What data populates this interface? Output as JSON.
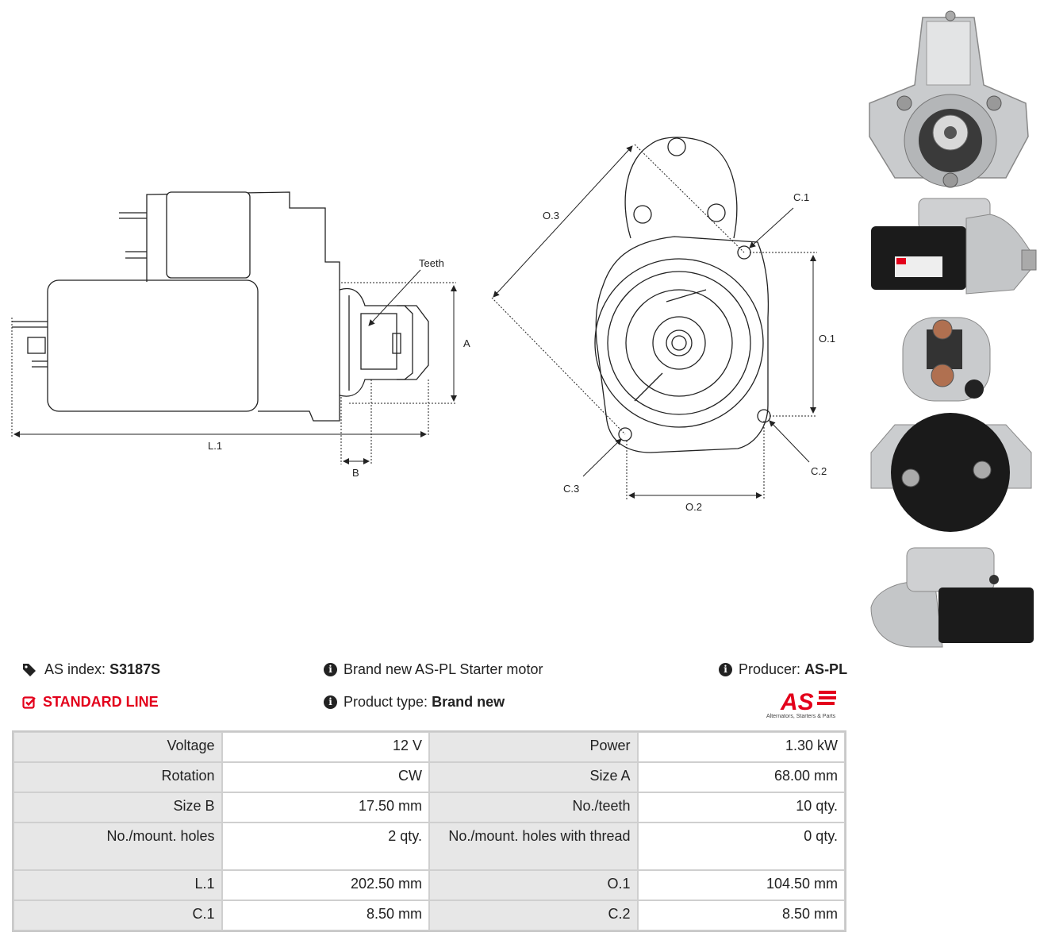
{
  "drawing_labels": {
    "teeth": "Teeth",
    "a": "A",
    "b": "B",
    "l1": "L.1",
    "o1": "O.1",
    "o2": "O.2",
    "o3": "O.3",
    "c1": "C.1",
    "c2": "C.2",
    "c3": "C.3"
  },
  "header": {
    "index_label": "AS index:",
    "index_value": "S3187S",
    "line_label": "STANDARD LINE",
    "description": "Brand new AS-PL Starter motor",
    "product_type_label": "Product type:",
    "product_type_value": "Brand new",
    "producer_label": "Producer:",
    "producer_value": "AS-PL",
    "logo_text": "AS",
    "logo_tagline": "Alternators, Starters & Parts"
  },
  "icons": [
    "tags-icon",
    "check-square-icon",
    "info-icon"
  ],
  "colors": {
    "accent": "#e3001b",
    "label_bg": "#e7e7e7",
    "border": "#c9c9c9"
  },
  "specs": [
    {
      "label1": "Voltage",
      "value1": "12 V",
      "label2": "Power",
      "value2": "1.30 kW"
    },
    {
      "label1": "Rotation",
      "value1": "CW",
      "label2": "Size A",
      "value2": "68.00 mm"
    },
    {
      "label1": "Size B",
      "value1": "17.50 mm",
      "label2": "No./teeth",
      "value2": "10 qty."
    },
    {
      "label1": "No./mount. holes",
      "value1": "2 qty.",
      "label2": "No./mount. holes with thread",
      "value2": "0 qty."
    },
    {
      "label1": "L.1",
      "value1": "202.50 mm",
      "label2": "O.1",
      "value2": "104.50 mm"
    },
    {
      "label1": "C.1",
      "value1": "8.50 mm",
      "label2": "C.2",
      "value2": "8.50 mm"
    }
  ]
}
